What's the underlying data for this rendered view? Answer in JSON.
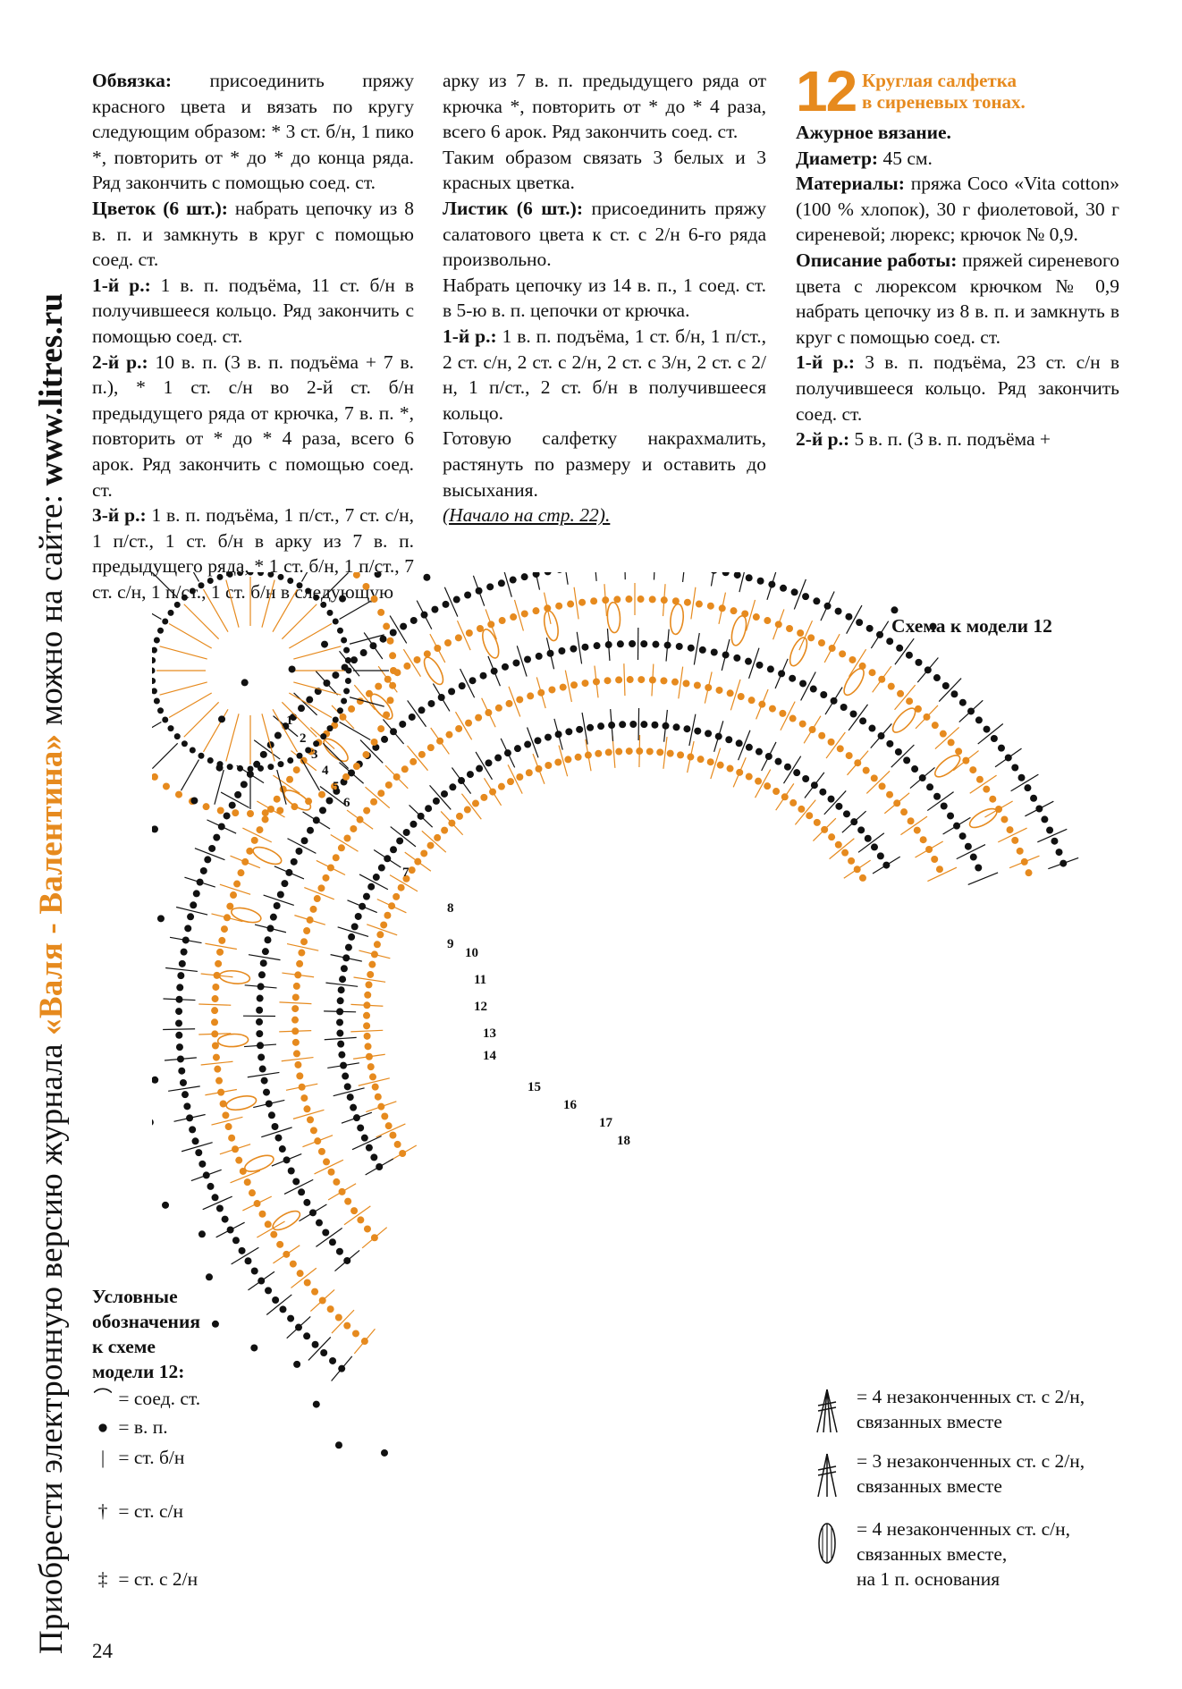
{
  "sidebar": {
    "prefix": "Приобрести электронную версию журнала ",
    "journal": "«Валя - Валентина»",
    "middle": " можно на сайте: ",
    "site": "www.litres.ru"
  },
  "col1": {
    "p1_label": "Обвязка:",
    "p1_text": " присоединить пряжу красного цвета и вязать по кругу следующим образом: * 3 ст. б/н, 1 пико *, повторить от * до * до конца ряда. Ряд закончить с помощью соед. ст.",
    "p2_label": "Цветок (6 шт.):",
    "p2_text": " набрать цепочку из 8 в. п. и замкнуть в круг с помощью соед. ст.",
    "p3_label": "1-й р.:",
    "p3_text": " 1 в. п. подъёма, 11 ст. б/н в получившееся кольцо. Ряд закончить с помощью соед. ст.",
    "p4_label": "2-й р.:",
    "p4_text": " 10 в. п. (3 в. п. подъёма + 7 в. п.), * 1 ст. с/н во 2-й ст. б/н предыдущего ряда от крючка, 7 в. п. *, повторить от * до * 4 раза, всего 6 арок. Ряд закончить с помощью соед. ст.",
    "p5_label": "3-й р.:",
    "p5_text": " 1 в. п. подъёма, 1 п/ст., 7 ст. с/н, 1 п/ст., 1 ст. б/н в арку из 7 в. п. предыдущего ряда, * 1 ст. б/н, 1 п/ст., 7 ст. с/н, 1 п/ст., 1 ст. б/н в следующую"
  },
  "col2": {
    "p1_text": "арку из 7 в. п. предыдущего ряда от крючка *, повторить от * до * 4 раза, всего 6 арок. Ряд закончить соед. ст.",
    "p2_text": "Таким образом связать 3 белых и 3 красных цветка.",
    "p3_label": "Листик (6 шт.):",
    "p3_text": " присоединить пряжу салатового цвета к ст. с 2/н 6-го ряда произвольно.",
    "p4_text": "Набрать цепочку из 14 в. п., 1 соед. ст. в 5-ю в. п. цепочки от крючка.",
    "p5_label": "1-й р.:",
    "p5_text": " 1 в. п. подъёма, 1 ст. б/н, 1 п/ст., 2 ст. с/н, 2 ст. с 2/н, 2 ст. с 3/н, 2 ст. с 2/н, 1 п/ст., 2 ст. б/н в получившееся кольцо.",
    "p6_text": "Готовую салфетку накрахмалить, растянуть по размеру и оставить до высыхания.",
    "p7_text": "(Начало на стр. 22)."
  },
  "col3": {
    "number": "12",
    "title_line1": "Круглая салфетка",
    "title_line2": "в сиреневых тонах.",
    "subtitle": "Ажурное вязание.",
    "d_label": "Диаметр:",
    "d_text": " 45 см.",
    "m_label": "Материалы:",
    "m_text": " пряжа Coco «Vita cotton» (100 % хлопок), 30 г фиолетовой, 30 г сиреневой; люрекс; крючок № 0,9.",
    "o_label": "Описание работы:",
    "o_text": " пряжей сиреневого цвета с люрексом крючком № 0,9 набрать цепочку из 8 в. п. и замкнуть в круг с помощью соед. ст.",
    "r1_label": "1-й р.:",
    "r1_text": " 3 в. п. подъёма, 23 ст. с/н в получившееся кольцо. Ряд закончить соед. ст.",
    "r2_label": "2-й р.:",
    "r2_text": " 5 в. п. (3 в. п. подъёма +"
  },
  "scheme_title": "Схема к модели 12",
  "legend": {
    "title_l1": "Условные",
    "title_l2": "обозначения",
    "title_l3": "к схеме",
    "title_l4": "модели 12:",
    "items": [
      {
        "symbol": "⌒",
        "text": "= соед. ст."
      },
      {
        "symbol": "●",
        "text": "= в. п."
      },
      {
        "symbol": "|",
        "text": "= ст. б/н"
      },
      {
        "symbol": "†",
        "text": "= ст. с/н"
      },
      {
        "symbol": "‡",
        "text": "= ст. с 2/н"
      }
    ]
  },
  "legend_right": [
    {
      "l1": "= 4 незаконченных ст. с 2/н,",
      "l2": "связанных вместе",
      "l3": ""
    },
    {
      "l1": "= 3 незаконченных ст. с 2/н,",
      "l2": "связанных вместе",
      "l3": ""
    },
    {
      "l1": "= 4 незаконченных ст. с/н,",
      "l2": "связанных вместе,",
      "l3": "на 1 п. основания"
    }
  ],
  "row_numbers": [
    "1",
    "2",
    "3",
    "4",
    "5",
    "6",
    "7",
    "8",
    "9",
    "10",
    "11",
    "12",
    "13",
    "14",
    "15",
    "16",
    "17",
    "18"
  ],
  "colors": {
    "accent": "#e68a1e",
    "ink": "#111111"
  },
  "page_number": "24"
}
